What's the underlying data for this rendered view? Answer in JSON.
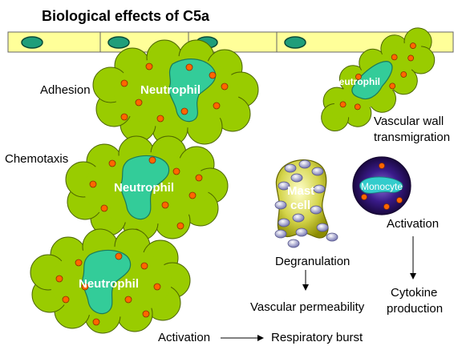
{
  "title": "Biological effects of C5a",
  "cells": {
    "neutrophil_1": "Neutrophil",
    "neutrophil_2": "Neutrophil",
    "neutrophil_3": "Neutrophil",
    "neutrophil_migrating": "Neutrophil",
    "mast_cell_line1": "Mast",
    "mast_cell_line2": "cell",
    "monocyte": "Monocyte"
  },
  "effects": {
    "adhesion": "Adhesion",
    "chemotaxis": "Chemotaxis",
    "neutrophil_activation": "Activation",
    "respiratory_burst": "Respiratory burst",
    "transmigration_line1": "Vascular wall",
    "transmigration_line2": "transmigration",
    "degranulation": "Degranulation",
    "vascular_permeability": "Vascular permeability",
    "monocyte_activation": "Activation",
    "cytokine_line1": "Cytokine",
    "cytokine_line2": "production"
  },
  "colors": {
    "endothelium": "#FFFF99",
    "endothelium_nucleus": "#1F9E7A",
    "neutrophil_body": "#99CC00",
    "neutrophil_nucleus": "#33CC99",
    "granule": "#FF6600",
    "mast_cell": "#B3B300",
    "mast_granule": "#9A9ACC",
    "monocyte_body": "#2A0B5E",
    "monocyte_nucleus": "#33CCCC"
  }
}
